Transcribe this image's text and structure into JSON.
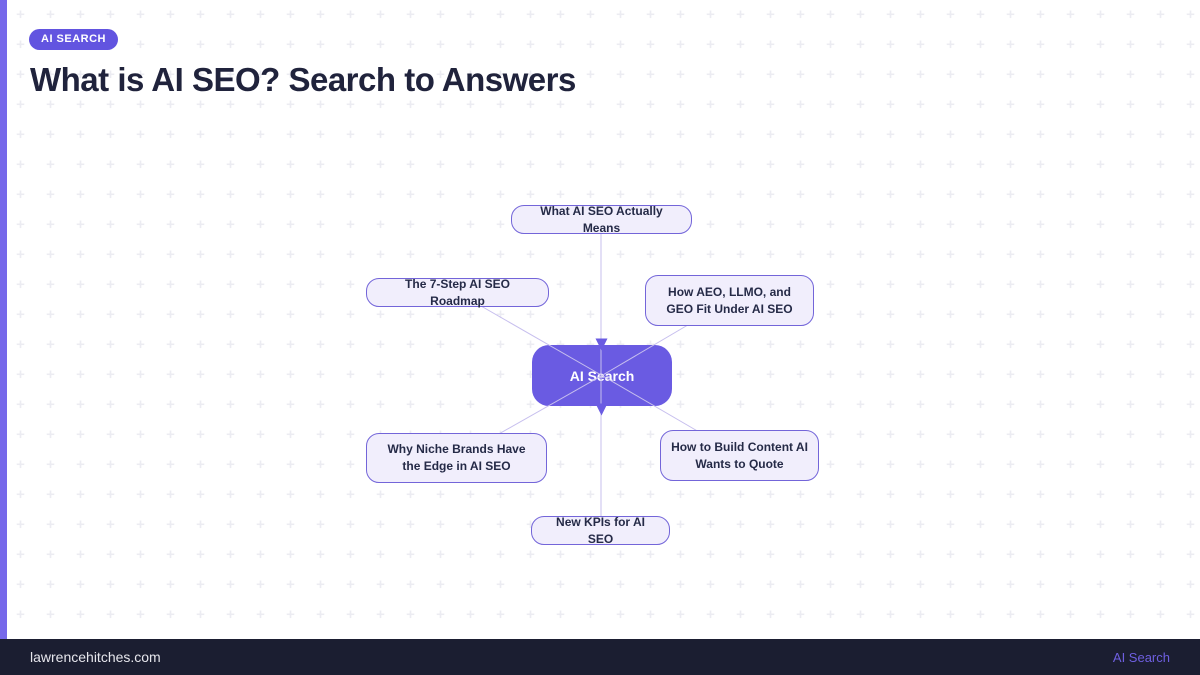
{
  "header": {
    "badge": "AI SEARCH",
    "title": "What is AI SEO? Search to Answers"
  },
  "diagram": {
    "center": {
      "label": "AI Search"
    },
    "nodes": [
      {
        "position": "top",
        "label": "What AI SEO Actually Means"
      },
      {
        "position": "upper-left",
        "label": "The 7-Step AI SEO Roadmap"
      },
      {
        "position": "upper-right",
        "label": "How AEO, LLMO, and GEO Fit Under AI SEO"
      },
      {
        "position": "lower-left",
        "label": "Why Niche Brands Have the Edge in AI SEO"
      },
      {
        "position": "lower-right",
        "label": "How to Build Content AI Wants to Quote"
      },
      {
        "position": "bottom",
        "label": "New KPIs for AI SEO"
      }
    ]
  },
  "footer": {
    "site": "lawrencehitches.com",
    "category": "AI Search"
  },
  "colors": {
    "accent": "#6254e0",
    "center_node_fill": "#6a5be2",
    "node_fill": "#f1eefc",
    "node_border": "#7365d9",
    "connector": "#c7bfee",
    "footer_bg": "#1b1e31",
    "title_text": "#20233c",
    "stripe": "#7668ea"
  }
}
